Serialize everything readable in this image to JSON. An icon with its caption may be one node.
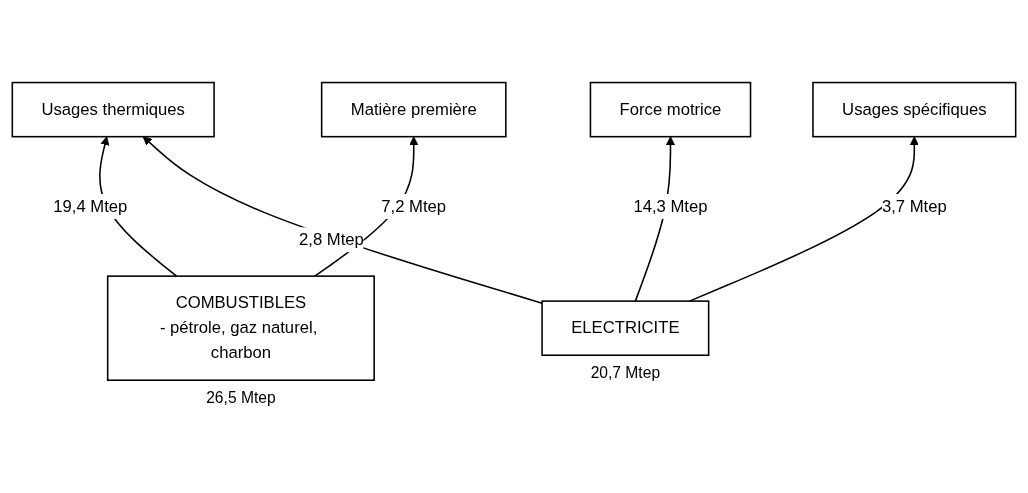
{
  "diagram": {
    "nodes": [
      {
        "text": [
          "Usages thermiques"
        ]
      },
      {
        "text": [
          "Matière première"
        ]
      },
      {
        "text": [
          "Force motrice"
        ]
      },
      {
        "text": [
          "Usages spécifiques"
        ]
      },
      {
        "text": [
          "COMBUSTIBLES",
          "- pétrole, gaz naturel, charbon"
        ],
        "beside": [
          "26,5 Mtep"
        ]
      },
      {
        "text": [
          "ELECTRICITE"
        ],
        "beside": [
          "20,7 Mtep"
        ]
      }
    ],
    "edges": [
      {
        "from": 4,
        "to": 0,
        "arrow": "to",
        "label": "19,4 Mtep"
      },
      {
        "from": 4,
        "to": 1,
        "arrow": "to",
        "label": "7,2 Mtep"
      },
      {
        "from": 5,
        "to": 0,
        "arrow": "to",
        "label": "2,8 Mtep"
      },
      {
        "from": 5,
        "to": 2,
        "arrow": "to",
        "label": "14,3 Mtep"
      },
      {
        "from": 5,
        "to": 3,
        "arrow": "to",
        "label": "3,7 Mtep"
      }
    ]
  }
}
